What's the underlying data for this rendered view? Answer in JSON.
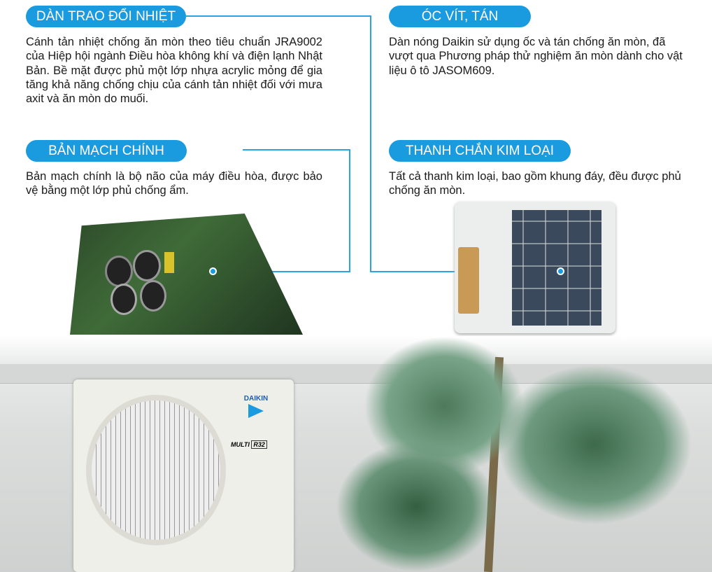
{
  "sections": [
    {
      "title": "DÀN TRAO ĐỔI NHIỆT",
      "text": "Cánh tản nhiệt chống ăn mòn theo tiêu chuẩn JRA9002 của Hiệp hội ngành Điều hòa không khí và điện lạnh Nhật Bản. Bề mặt được phủ một lớp nhựa acrylic mỏng để gia tăng khả năng chống chịu của cánh tản nhiệt đối với mưa axit và ăn mòn do muối."
    },
    {
      "title": "BẢN MẠCH CHÍNH",
      "text": "Bản mạch chính là bộ não của máy điều hòa, được bảo vệ bằng một lớp phủ chống ẩm."
    },
    {
      "title": "ÓC VÍT, TÁN",
      "text": "Dàn nóng Daikin sử dụng ốc và tán chống ăn mòn, đã vượt qua Phương pháp thử nghiệm ăn mòn dành cho vật liệu ô tô JASOM609."
    },
    {
      "title": "THANH CHẮN KIM LOẠI",
      "text": "Tất cả thanh kim loại, bao gồm khung đáy, đều được phủ chống ăn mòn."
    }
  ],
  "unit_labels": {
    "brand": "DAIKIN",
    "model": "MULTI",
    "refrigerant": "R32"
  },
  "colors": {
    "accent": "#1a9be0"
  }
}
